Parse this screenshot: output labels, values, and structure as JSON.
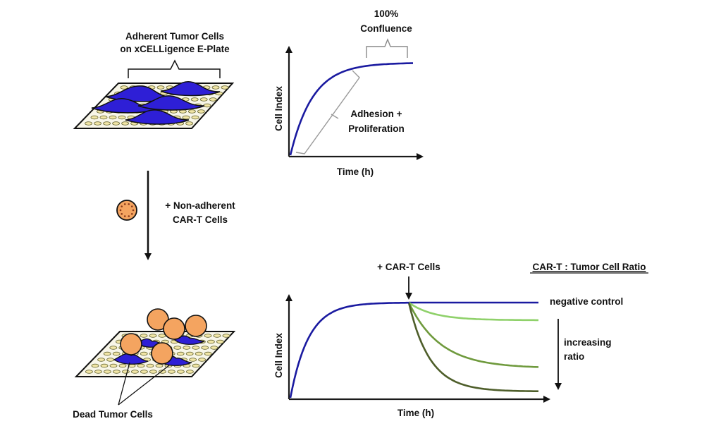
{
  "top_plate": {
    "title_line1": "Adherent Tumor Cells",
    "title_line2": "on xCELLigence E-Plate"
  },
  "addition": {
    "line1": "+ Non-adherent",
    "line2": "CAR-T Cells"
  },
  "bottom_plate": {
    "caption": "Dead Tumor Cells"
  },
  "growth_chart": {
    "confluence_line1": "100%",
    "confluence_line2": "Confluence",
    "phase_line1": "Adhesion +",
    "phase_line2": "Proliferation",
    "ylabel": "Cell Index",
    "xlabel": "Time (h)"
  },
  "killing_chart": {
    "ratio_title": "CAR-T : Tumor Cell  Ratio",
    "addition_label": "+ CAR-T Cells",
    "negative_control": "negative control",
    "increasing_line1": "increasing",
    "increasing_line2": "ratio",
    "ylabel": "Cell Index",
    "xlabel": "Time (h)"
  },
  "colors": {
    "tumor_cell": "#2e1fd6",
    "car_t_cell": "#f4a460",
    "plate_well": "#f2e6a6",
    "curve_blue": "#1a1aa0",
    "curve_light_green": "#8fd16a",
    "curve_mid_green": "#6f9a3d",
    "curve_dark_green": "#4e5e2a"
  }
}
